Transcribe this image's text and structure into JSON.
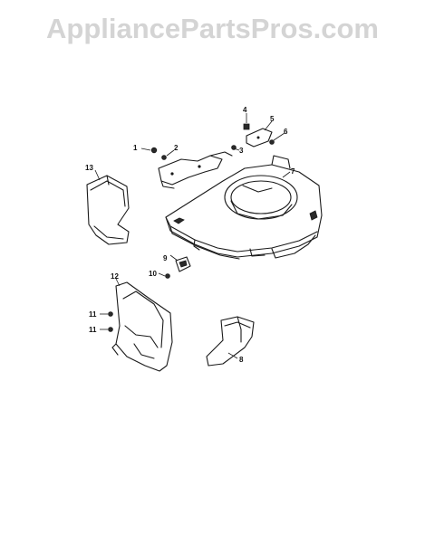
{
  "watermark": "AppliancePartsPros.com",
  "callouts": {
    "c1": "1",
    "c2": "2",
    "c3": "3",
    "c4": "4",
    "c5": "5",
    "c6": "6",
    "c7": "7",
    "c8": "8",
    "c9": "9",
    "c10": "10",
    "c11a": "11",
    "c11b": "11",
    "c12": "12",
    "c13": "13"
  }
}
